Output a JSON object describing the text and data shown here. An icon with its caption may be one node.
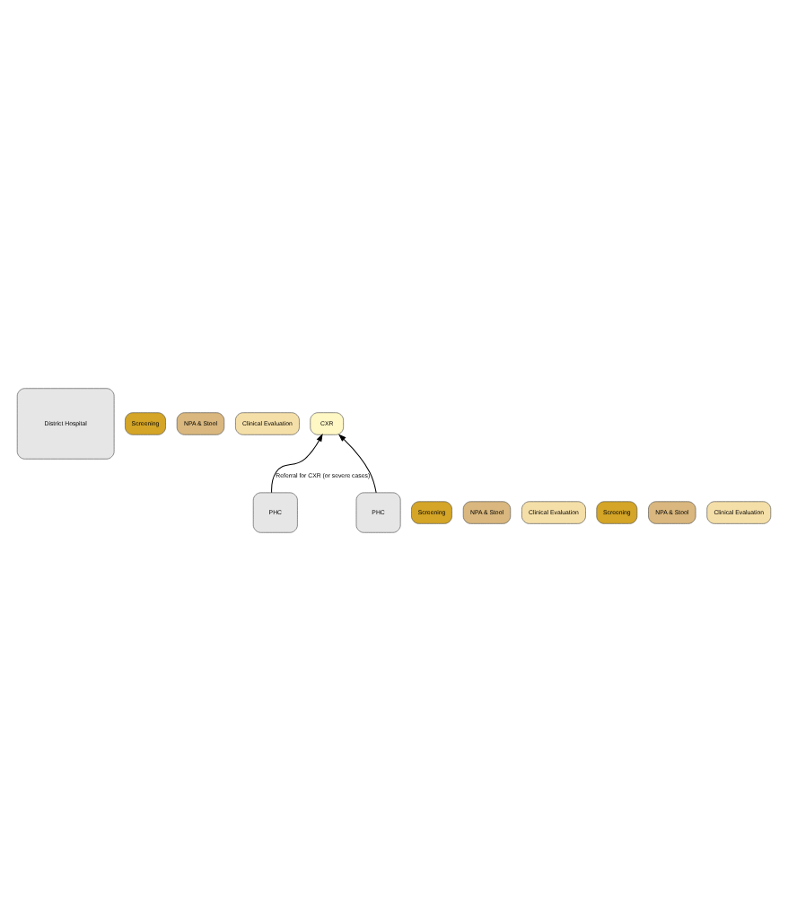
{
  "diagram": {
    "nodes": [
      {
        "text": [
          "District Hospital"
        ]
      },
      {
        "text": [
          "Screening"
        ]
      },
      {
        "text": [
          "NPA & Stool"
        ]
      },
      {
        "text": [
          "Clinical Evaluation"
        ]
      },
      {
        "text": [
          "CXR"
        ]
      },
      {
        "text": [
          "PHC"
        ]
      },
      {
        "text": [
          "Screening"
        ]
      },
      {
        "text": [
          "NPA & Stool"
        ]
      },
      {
        "text": [
          "Clinical Evaluation"
        ]
      },
      {
        "text": [
          "PHC"
        ]
      },
      {
        "text": [
          "Screening"
        ]
      },
      {
        "text": [
          "NPA & Stool"
        ]
      },
      {
        "text": [
          "Clinical Evaluation"
        ]
      }
    ],
    "edges": [
      {
        "from": 5,
        "to": 4,
        "arrow": "to",
        "label": "Referral for CXR (or severe cases)"
      },
      {
        "from": 9,
        "to": 4,
        "arrow": "to"
      }
    ]
  }
}
